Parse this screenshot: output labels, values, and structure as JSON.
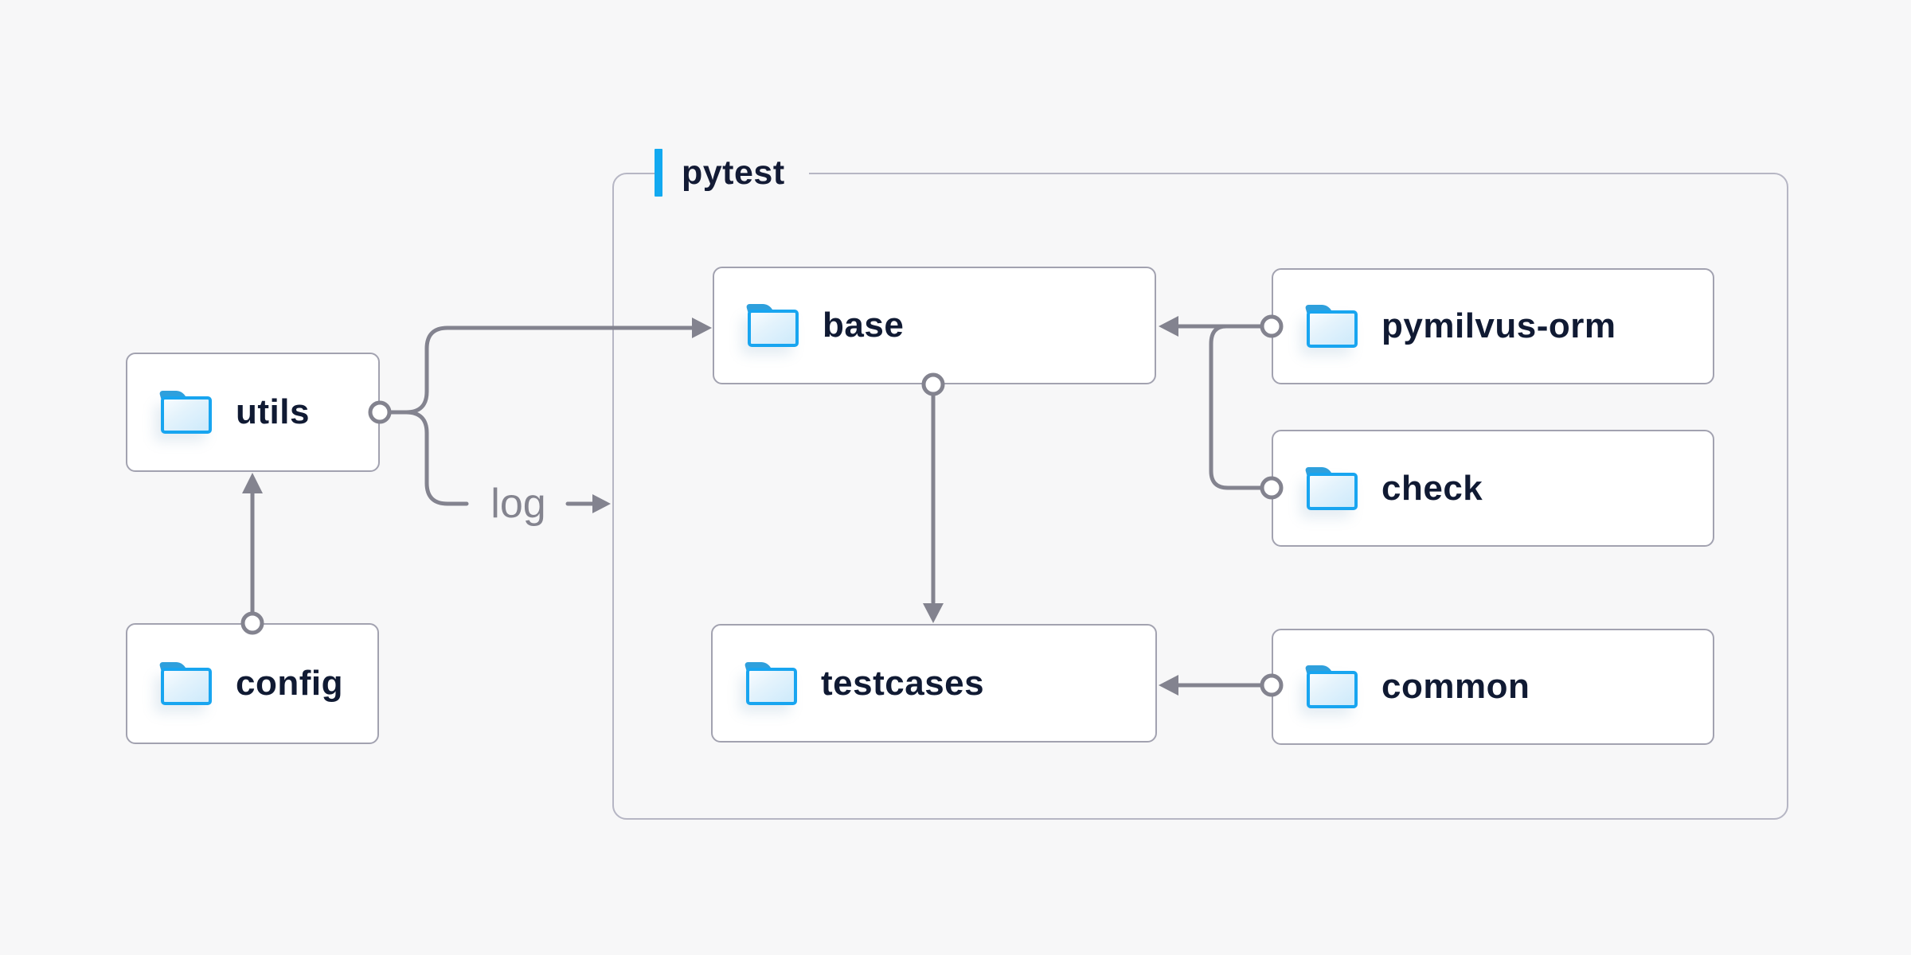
{
  "diagram": {
    "title_group_label": "pytest",
    "log_label": "log",
    "colors": {
      "background": "#f7f7f8",
      "accent_blue": "#12a9f0",
      "edge_gray": "#83838f",
      "node_border": "#a2a2b0",
      "container_border": "#b6b6c4",
      "text_navy": "#101a33",
      "folder_blue": "#18a5f0"
    },
    "nodes": [
      {
        "id": "utils",
        "label": "utils",
        "inside_pytest": false
      },
      {
        "id": "config",
        "label": "config",
        "inside_pytest": false
      },
      {
        "id": "base",
        "label": "base",
        "inside_pytest": true
      },
      {
        "id": "pymilvus-orm",
        "label": "pymilvus-orm",
        "inside_pytest": true
      },
      {
        "id": "check",
        "label": "check",
        "inside_pytest": true
      },
      {
        "id": "testcases",
        "label": "testcases",
        "inside_pytest": true
      },
      {
        "id": "common",
        "label": "common",
        "inside_pytest": true
      }
    ],
    "connections": [
      {
        "from": "config",
        "to": "utils",
        "type": "arrow"
      },
      {
        "from": "utils",
        "to": "base",
        "type": "arrow"
      },
      {
        "from": "utils",
        "to": "pytest-container",
        "type": "arrow",
        "label": "log"
      },
      {
        "from": "pymilvus-orm",
        "to": "base",
        "type": "arrow"
      },
      {
        "from": "check",
        "to": "base",
        "type": "arrow"
      },
      {
        "from": "base",
        "to": "testcases",
        "type": "arrow"
      },
      {
        "from": "common",
        "to": "testcases",
        "type": "arrow"
      }
    ]
  }
}
